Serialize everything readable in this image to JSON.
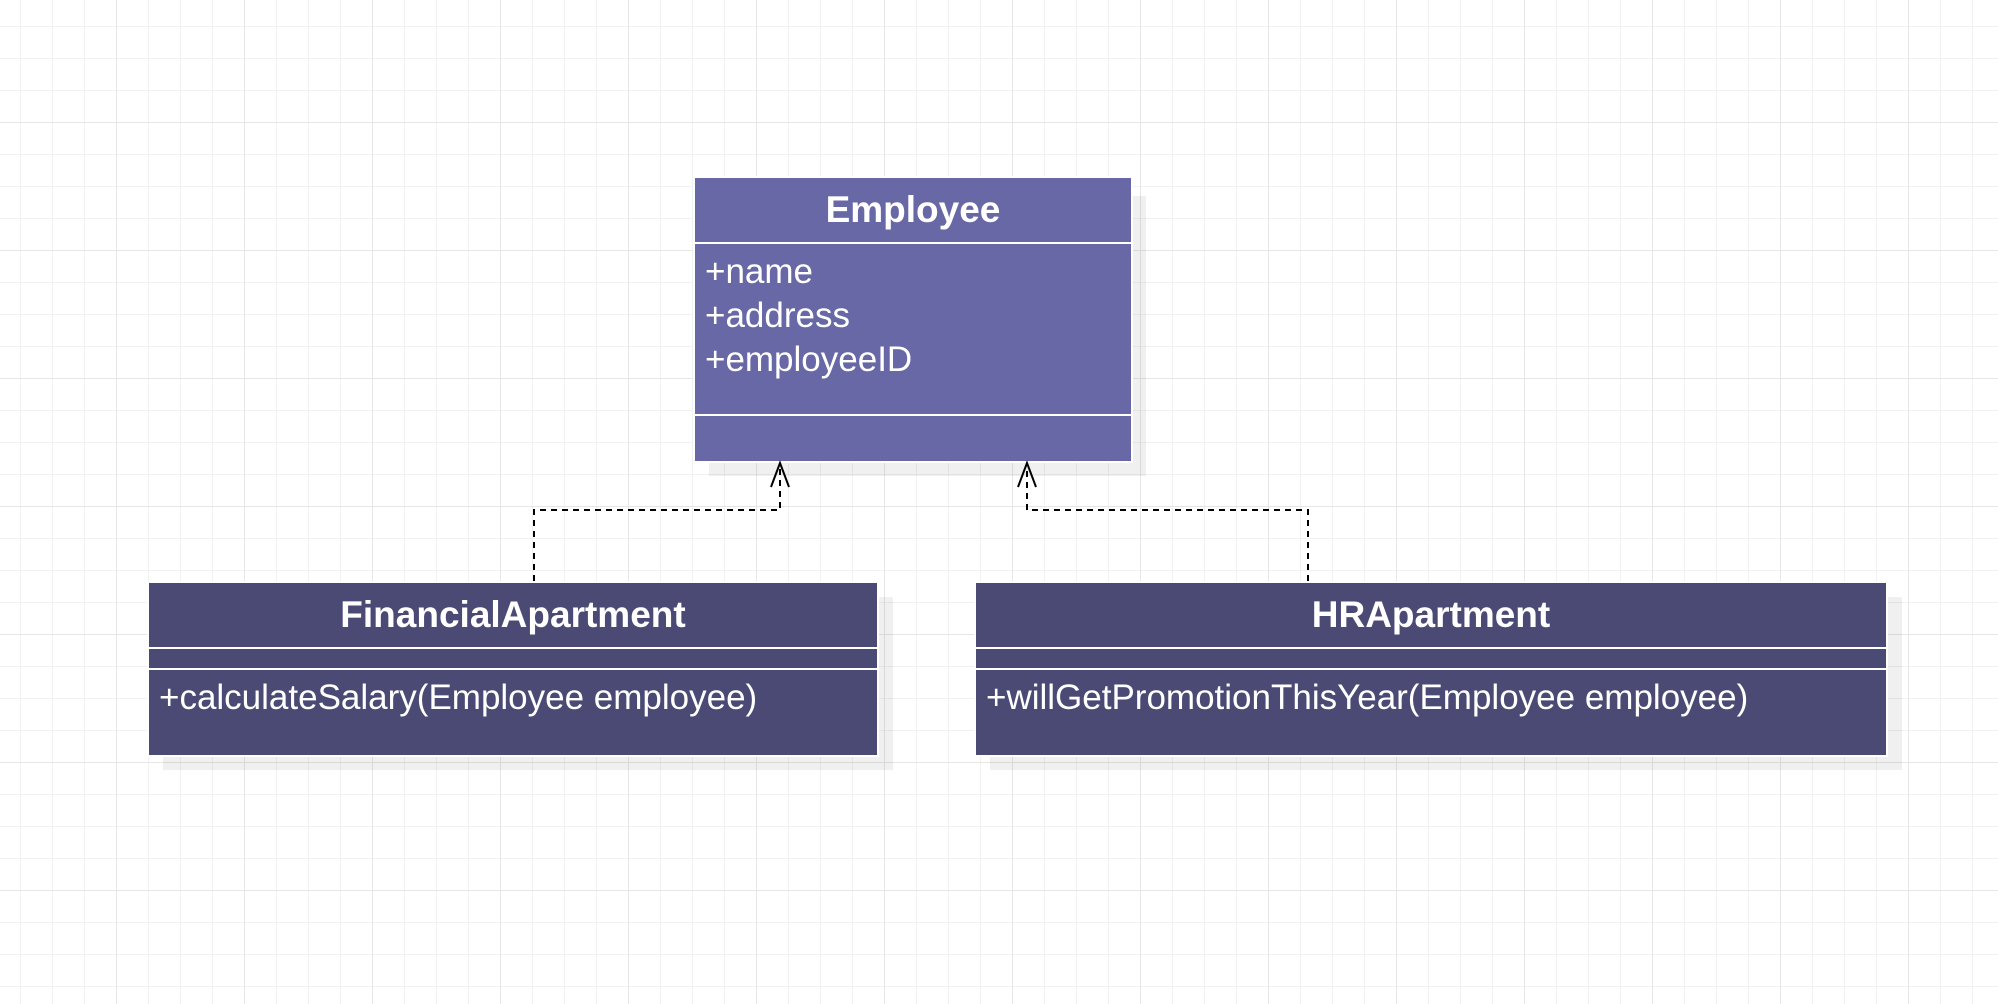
{
  "colors": {
    "employee_fill": "#6868a6",
    "subclass_fill": "#4b4a75",
    "connector": "#000000"
  },
  "classes": {
    "employee": {
      "name": "Employee",
      "attributes": [
        "+name",
        "+address",
        "+employeeID"
      ],
      "methods": []
    },
    "financial": {
      "name": "FinancialApartment",
      "attributes": [],
      "methods": [
        "+calculateSalary(Employee employee)"
      ]
    },
    "hr": {
      "name": "HRApartment",
      "attributes": [],
      "methods": [
        "+willGetPromotionThisYear(Employee employee)"
      ]
    }
  },
  "relations": [
    {
      "from": "FinancialApartment",
      "to": "Employee",
      "type": "dependency"
    },
    {
      "from": "HRApartment",
      "to": "Employee",
      "type": "dependency"
    }
  ]
}
